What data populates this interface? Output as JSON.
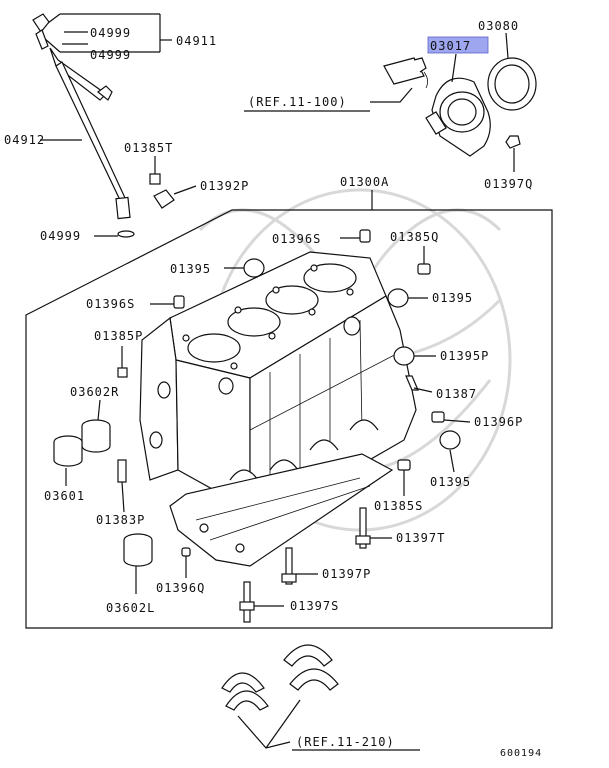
{
  "diagram": {
    "part_labels": {
      "p04999a": "04999",
      "p04999b": "04999",
      "p04911": "04911",
      "p04912": "04912",
      "p04999c": "04999",
      "p01385t": "01385T",
      "p01392p": "01392P",
      "p01300a": "01300A",
      "p03017": "03017",
      "p03080": "03080",
      "p01397q": "01397Q",
      "p01396s_top": "01396S",
      "p01385q": "01385Q",
      "p01395_a": "01395",
      "p01395_b": "01395",
      "p01396s_left": "01396S",
      "p01385p": "01385P",
      "p01395p": "01395P",
      "p03602r": "03602R",
      "p01387": "01387",
      "p01396p": "01396P",
      "p01395_c": "01395",
      "p03601": "03601",
      "p01385s": "01385S",
      "p01383p": "01383P",
      "p01397t": "01397T",
      "p01397p": "01397P",
      "p01396q": "01396Q",
      "p03602l": "03602L",
      "p01397s": "01397S"
    },
    "refs": {
      "ref_top": "(REF.11-100)",
      "ref_bottom": "(REF.11-210)"
    },
    "figure_id": "600194",
    "highlight_color": "#9ea6f0"
  }
}
